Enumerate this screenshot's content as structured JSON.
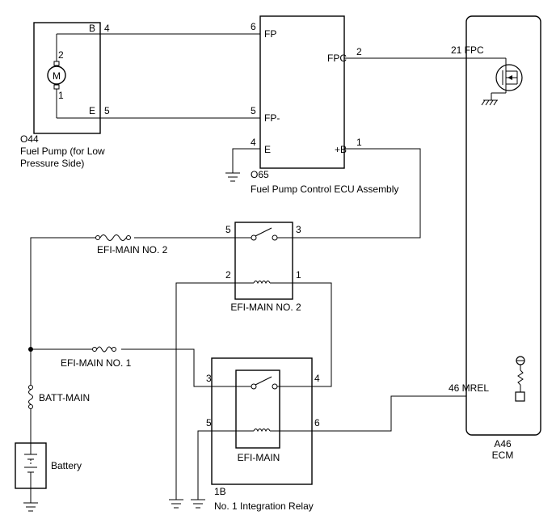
{
  "components": {
    "fuel_pump": {
      "id": "O44",
      "name_line1": "Fuel Pump (for Low",
      "name_line2": "Pressure Side)",
      "motor_label": "M",
      "pin_b_name": "B",
      "pin_b_num": "4",
      "pin_e_name": "E",
      "pin_e_num": "5",
      "motor_pin_top": "2",
      "motor_pin_bottom": "1"
    },
    "fpc_ecu": {
      "id": "O65",
      "name": "Fuel Pump Control ECU Assembly",
      "fp_num": "6",
      "fp_name": "FP",
      "fpm_num": "5",
      "fpm_name": "FP-",
      "e_num": "4",
      "e_name": "E",
      "fpc_name": "FPC",
      "fpc_num": "2",
      "plusb_name": "+B",
      "plusb_num": "1"
    },
    "ecm": {
      "id": "A46",
      "name": "ECM",
      "fpc_label": "21 FPC",
      "mrel_label": "46  MREL"
    },
    "relay_efi_main_no2": {
      "name": "EFI-MAIN NO. 2",
      "pin5": "5",
      "pin3": "3",
      "pin2": "2",
      "pin1": "1"
    },
    "integration_relay": {
      "id": "1B",
      "name": "No. 1 Integration Relay",
      "inner_relay": "EFI-MAIN",
      "pin3": "3",
      "pin4": "4",
      "pin5": "5",
      "pin6": "6"
    },
    "fuse_efi_main_no2": {
      "name": "EFI-MAIN NO. 2"
    },
    "fuse_efi_main_no1": {
      "name": "EFI-MAIN NO. 1"
    },
    "fuse_batt_main": {
      "name": "BATT-MAIN"
    },
    "battery": {
      "name": "Battery"
    }
  }
}
